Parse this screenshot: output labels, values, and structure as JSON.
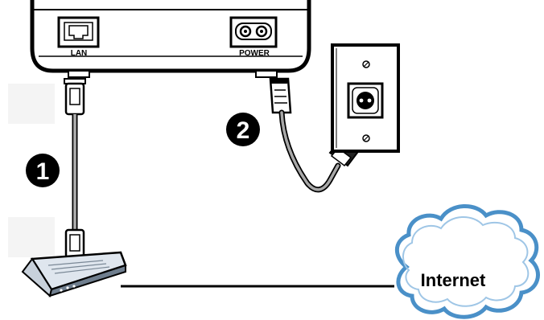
{
  "device": {
    "lan_port_label": "LAN",
    "power_port_label": "POWER"
  },
  "steps": [
    {
      "number": "1"
    },
    {
      "number": "2"
    }
  ],
  "cloud": {
    "label": "Internet"
  },
  "colors": {
    "outline": "#000000",
    "cable_gray": "#9a9a9a",
    "cloud_stroke": "#4a90c8",
    "cloud_fill": "#ffffff",
    "badge_fill": "#000000",
    "badge_text": "#ffffff"
  }
}
